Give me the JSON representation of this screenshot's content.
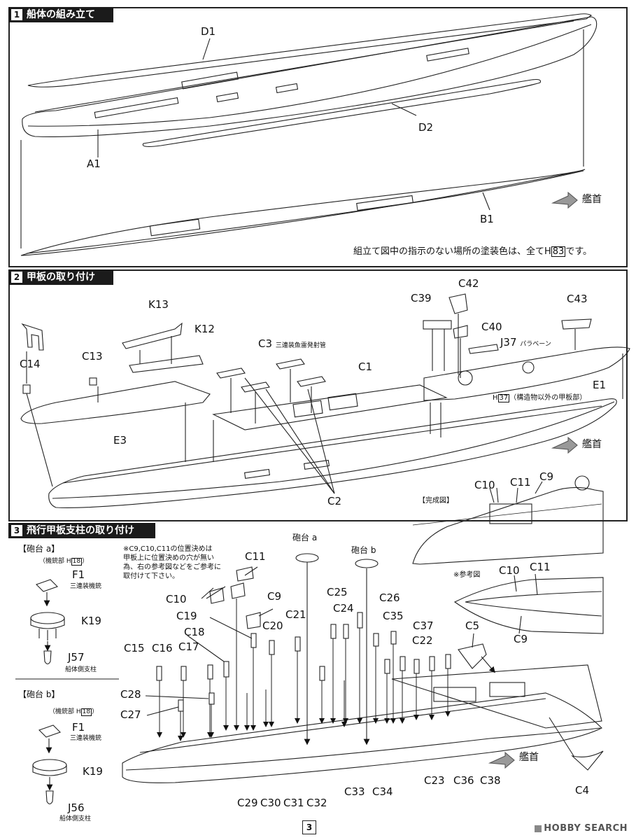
{
  "sections": [
    {
      "num": "1",
      "title": "船体の組み立て"
    },
    {
      "num": "2",
      "title": "甲板の取り付け"
    },
    {
      "num": "3",
      "title": "飛行甲板支柱の取り付け"
    }
  ],
  "step1": {
    "labels": {
      "d1": "D1",
      "d2": "D2",
      "a1": "A1",
      "b1": "B1",
      "bow": "艦首"
    },
    "note_pre": "組立て図中の指示のない場所の塗装色は、全てH",
    "note_code": "83",
    "note_post": "です。"
  },
  "step2": {
    "labels": {
      "k13": "K13",
      "k12": "K12",
      "c14": "C14",
      "c13": "C13",
      "e3": "E3",
      "c3": "C3",
      "c3_desc": "三連装魚雷発射管",
      "c1": "C1",
      "c2": "C2",
      "c39": "C39",
      "c42": "C42",
      "c40": "C40",
      "c43": "C43",
      "j37": "J37",
      "j37_desc": "パラベーン",
      "e1": "E1",
      "h37_code": "37",
      "h37_desc": "（構造物以外の甲板部）",
      "bow": "艦首"
    }
  },
  "step3": {
    "mount_a": {
      "title": "【砲台 a】",
      "paint_pre": "（機銃部 H",
      "paint_code": "18",
      "paint_post": "）",
      "f1": "F1",
      "f1_desc": "三連装機銃",
      "k19": "K19",
      "j": "J57",
      "j_desc": "船体側支柱"
    },
    "mount_b": {
      "title": "【砲台 b】",
      "paint_pre": "（機銃部 H",
      "paint_code": "18",
      "paint_post": "）",
      "f1": "F1",
      "f1_desc": "三連装機銃",
      "k19": "K19",
      "j": "J56",
      "j_desc": "船体側支柱"
    },
    "note_lines": [
      "※C9,C10,C11の位置決めは",
      "甲板上に位置決めの穴が無い",
      "為、右の参考図などをご参考に",
      "取付けて下さい。"
    ],
    "turret_a": "砲台 a",
    "turret_b": "砲台 b",
    "complete_label": "【完成図】",
    "ref_label": "※参考図",
    "bow": "艦首",
    "part_labels": [
      "C11",
      "C10",
      "C9",
      "C19",
      "C18",
      "C17",
      "C16",
      "C15",
      "C20",
      "C21",
      "C25",
      "C24",
      "C26",
      "C35",
      "C37",
      "C22",
      "C5",
      "C28",
      "C27",
      "C29",
      "C30",
      "C31",
      "C32",
      "C33",
      "C34",
      "C23",
      "C36",
      "C38",
      "C4"
    ],
    "complete_parts": [
      "C10",
      "C11",
      "C9"
    ],
    "ref_parts": [
      "C10",
      "C11",
      "C9"
    ]
  },
  "page": {
    "number": "3",
    "watermark": "HOBBY SEARCH"
  }
}
